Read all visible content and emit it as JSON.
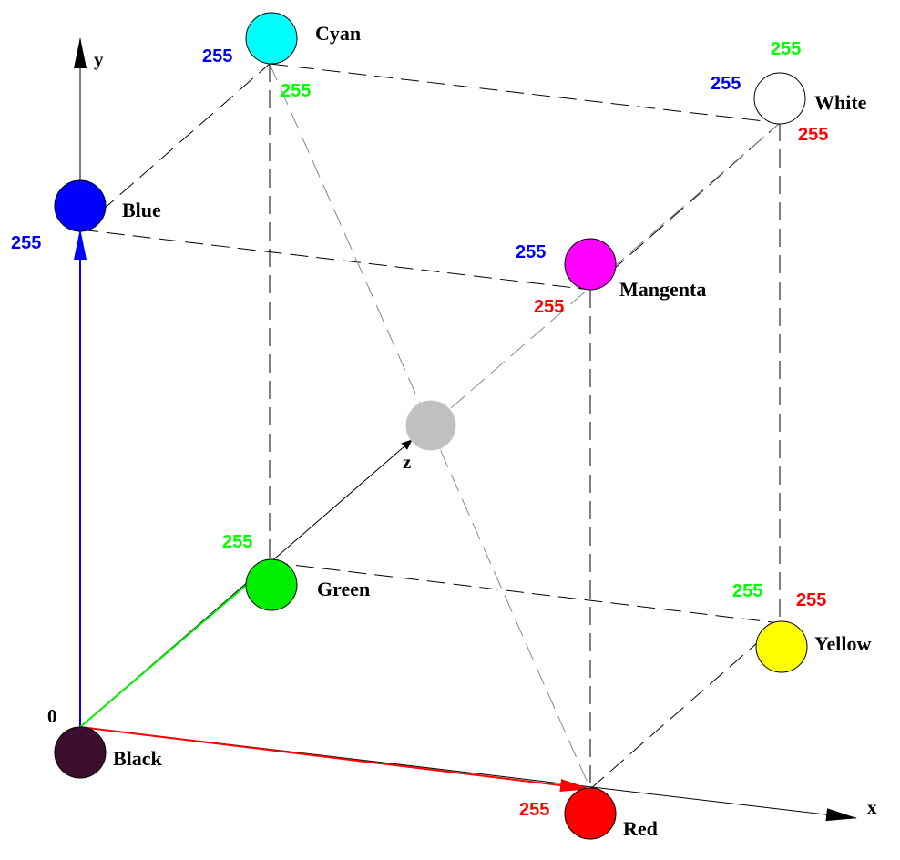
{
  "axes": {
    "x_label": "x",
    "y_label": "y",
    "z_label": "z",
    "origin_label": "0"
  },
  "nodes": {
    "black": {
      "label": "Black",
      "color": "#3b0d2e"
    },
    "red": {
      "label": "Red",
      "color": "#ff0000"
    },
    "green": {
      "label": "Green",
      "color": "#00ee00"
    },
    "blue": {
      "label": "Blue",
      "color": "#0000ff"
    },
    "cyan": {
      "label": "Cyan",
      "color": "#00ffff"
    },
    "magenta": {
      "label": "Mangenta",
      "color": "#ff00ff"
    },
    "yellow": {
      "label": "Yellow",
      "color": "#ffff00"
    },
    "white": {
      "label": "White",
      "color": "#ffffff"
    },
    "gray": {
      "label": "",
      "color": "#c0c0c0"
    }
  },
  "values": {
    "blue_b": "255",
    "green_g": "255",
    "red_r": "255",
    "cyan_b": "255",
    "cyan_g": "255",
    "magenta_b": "255",
    "magenta_r": "255",
    "white_g": "255",
    "white_b": "255",
    "white_r": "255",
    "yellow_g": "255",
    "yellow_r": "255"
  },
  "value_colors": {
    "red": "#ff0000",
    "green": "#00ff00",
    "blue": "#0000ff"
  },
  "axis_colors": {
    "x_arrow": "#ff0000",
    "y_arrow": "#0000ff",
    "z_arrow": "#00ff00"
  }
}
